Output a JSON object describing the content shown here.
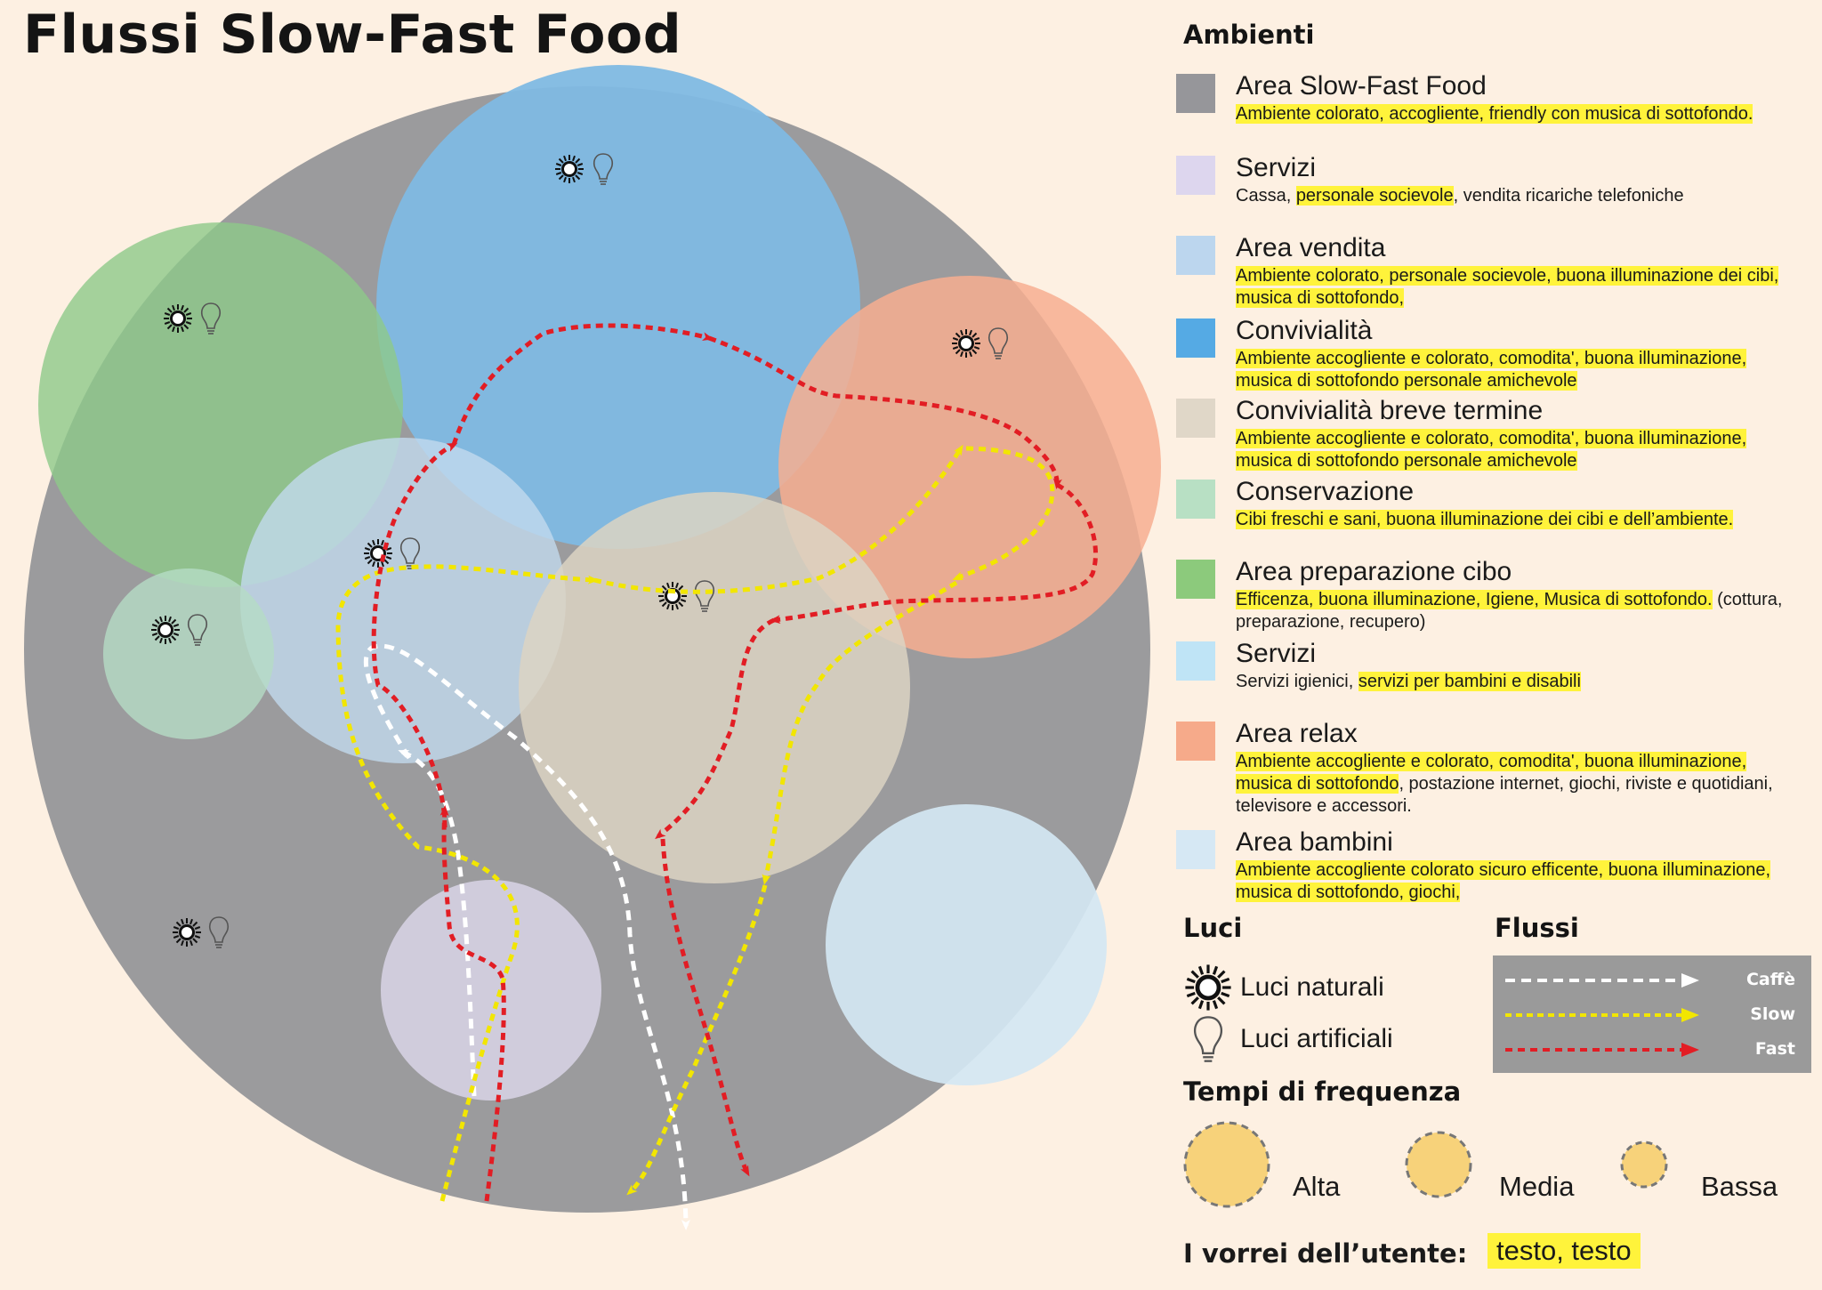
{
  "title": "Flussi Slow-Fast Food",
  "legend": {
    "ambienti_heading": "Ambienti",
    "ambienti": [
      {
        "name": "Area Slow-Fast Food",
        "color": "#96969a",
        "desc": [
          {
            "t": "Ambiente colorato, accogliente, friendly con musica di sottofondo.",
            "h": true
          }
        ]
      },
      {
        "name": "Servizi",
        "color": "#ddd6ee",
        "desc": [
          {
            "t": "Cassa, ",
            "h": false
          },
          {
            "t": "personale socievole",
            "h": true
          },
          {
            "t": ", vendita ricariche telefoniche",
            "h": false
          }
        ]
      },
      {
        "name": "Area vendita",
        "color": "#bcd6ee",
        "desc": [
          {
            "t": "Ambiente colorato, personale socievole, buona illuminazione dei cibi, musica di sottofondo,",
            "h": true
          }
        ]
      },
      {
        "name": "Convivialità",
        "color": "#55aae4",
        "desc": [
          {
            "t": "Ambiente accogliente e colorato, comodita', buona illuminazione, musica di sottofondo personale amichevole",
            "h": true
          }
        ]
      },
      {
        "name": "Convivialità breve termine",
        "color": "#e0d7c8",
        "desc": [
          {
            "t": "Ambiente accogliente e colorato, comodita', buona illuminazione, musica di sottofondo personale amichevole",
            "h": true
          }
        ]
      },
      {
        "name": "Conservazione",
        "color": "#b8e0c4",
        "desc": [
          {
            "t": "Cibi freschi e sani, buona illuminazione dei cibi e dell’ambiente.",
            "h": true
          }
        ]
      },
      {
        "name": "Area preparazione cibo",
        "color": "#8cca7c",
        "desc": [
          {
            "t": "Efficenza, buona illuminazione, Igiene, Musica di sottofondo.",
            "h": true
          },
          {
            "t": " (cottura, preparazione, recupero)",
            "h": false
          }
        ]
      },
      {
        "name": "Servizi",
        "color": "#bfe4f6",
        "desc": [
          {
            "t": "Servizi igienici, ",
            "h": false
          },
          {
            "t": "servizi per bambini e disabili",
            "h": true
          }
        ]
      },
      {
        "name": "Area relax",
        "color": "#f6aa8a",
        "desc": [
          {
            "t": "Ambiente accogliente e colorato, comodita', buona illuminazione, musica di sottofondo",
            "h": true
          },
          {
            "t": ", postazione internet, giochi, riviste e quotidiani, televisore e accessori.",
            "h": false
          }
        ]
      },
      {
        "name": "Area bambini",
        "color": "#d6e8f4",
        "desc": [
          {
            "t": "Ambiente accogliente colorato sicuro efficente, buona illuminazione, musica di sottofondo, giochi,",
            "h": true
          }
        ]
      }
    ],
    "luci_heading": "Luci",
    "luci": [
      {
        "label": "Luci naturali",
        "icon": "sun-icon"
      },
      {
        "label": "Luci artificiali",
        "icon": "lightbulb-icon"
      }
    ],
    "flussi_heading": "Flussi",
    "flussi": [
      {
        "label": "Caffè",
        "color": "#ffffff"
      },
      {
        "label": "Slow",
        "color": "#f2e600"
      },
      {
        "label": "Fast",
        "color": "#e21d24"
      }
    ],
    "tempi_heading": "Tempi di frequenza",
    "tempi": [
      "Alta",
      "Media",
      "Bassa"
    ],
    "tempi_color": "#f7d27a",
    "vorrei_label": "I vorrei dell’utente:",
    "vorrei_value": "testo, testo"
  }
}
